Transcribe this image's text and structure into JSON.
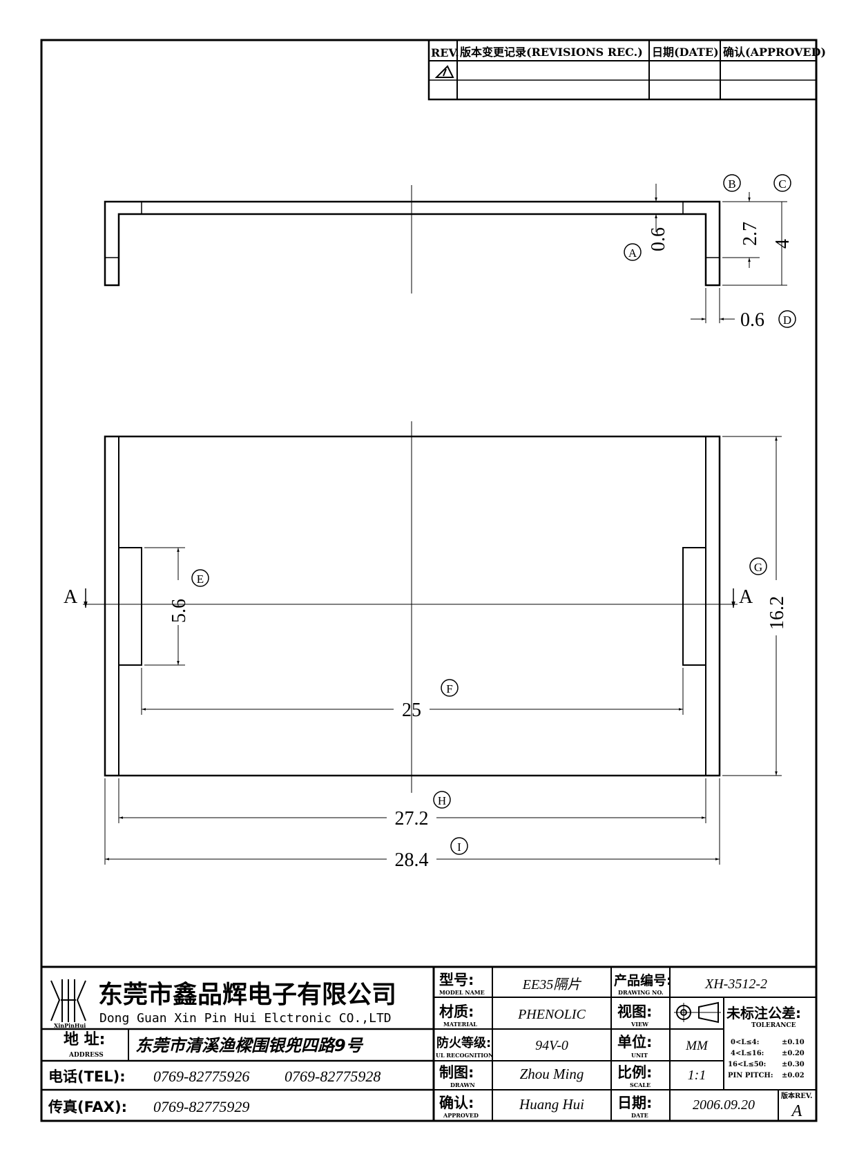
{
  "revisions": {
    "headers": {
      "rev": "REV.",
      "record": "版本变更记录(REVISIONS REC.)",
      "date": "日期(DATE)",
      "approved": "确认(APPROVED)"
    }
  },
  "dimensions": {
    "top_view": {
      "thickness_a": "0.6",
      "label_a": "A",
      "inner_b": "2.7",
      "label_b": "B",
      "height_c": "4",
      "label_c": "C",
      "wall_d": "0.6",
      "label_d": "D"
    },
    "front_view": {
      "slot_e": "5.6",
      "label_e": "E",
      "inner_f": "25",
      "label_f": "F",
      "height_g": "16.2",
      "label_g": "G",
      "inner_h": "27.2",
      "label_h": "H",
      "overall_i": "28.4",
      "label_i": "I",
      "section_left": "A",
      "section_right": "A"
    }
  },
  "title_block": {
    "company_cn": "东莞市鑫品辉电子有限公司",
    "company_en": "Dong Guan Xin Pin Hui Elctronic CO.,LTD",
    "logo_text": "XinPinHui",
    "address_label": "地  址:",
    "address_sub": "ADDRESS",
    "address_value": "东莞市清溪渔樑围银兜四路9号",
    "tel_label": "电话(TEL):",
    "tel_value1": "0769-82775926",
    "tel_value2": "0769-82775928",
    "fax_label": "传真(FAX):",
    "fax_value": "0769-82775929",
    "model_label": "型号:",
    "model_sub": "MODEL NAME",
    "model_value": "EE35隔片",
    "material_label": "材质:",
    "material_sub": "MATERIAL",
    "material_value": "PHENOLIC",
    "ul_label": "防火等级:",
    "ul_sub": "UL RECOGNITION",
    "ul_value": "94V-0",
    "drawn_label": "制图:",
    "drawn_sub": "DRAWN",
    "drawn_value": "Zhou Ming",
    "approved_label": "确认:",
    "approved_sub": "APPROVED",
    "approved_value": "Huang Hui",
    "drawing_no_label": "产品编号:",
    "drawing_no_sub": "DRAWING NO.",
    "drawing_no_value": "XH-3512-2",
    "view_label": "视图:",
    "view_sub": "VIEW",
    "unit_label": "单位:",
    "unit_sub": "UNIT",
    "unit_value": "MM",
    "scale_label": "比例:",
    "scale_sub": "SCALE",
    "scale_value": "1:1",
    "date_label": "日期:",
    "date_sub": "DATE",
    "date_value": "2006.09.20",
    "tolerance_title": "未标注公差:",
    "tolerance_sub": "TOLERANCE",
    "tolerances": [
      {
        "range": "0<L≤4:",
        "value": "±0.10"
      },
      {
        "range": "4<L≤16:",
        "value": "±0.20"
      },
      {
        "range": "16<L≤50:",
        "value": "±0.30"
      },
      {
        "range": "PIN PITCH:",
        "value": "±0.02"
      }
    ],
    "rev_label": "版本REV.",
    "rev_value": "A"
  }
}
